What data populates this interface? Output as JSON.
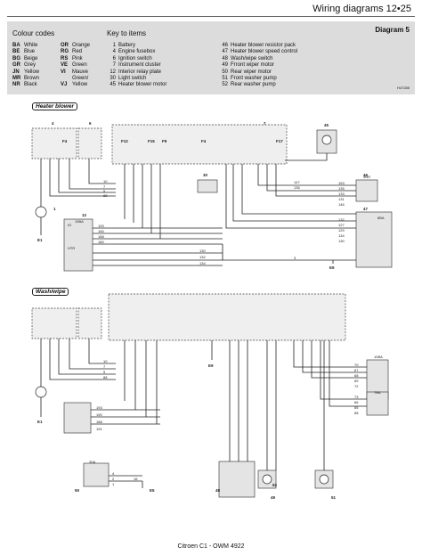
{
  "header": {
    "title": "Wiring diagrams  12•25"
  },
  "legend": {
    "colour_title": "Colour codes",
    "items_title": "Key to items",
    "diagram_label": "Diagram 5",
    "ref_code": "H47285",
    "colours_left": [
      {
        "code": "BA",
        "name": "White"
      },
      {
        "code": "BE",
        "name": "Blue"
      },
      {
        "code": "BG",
        "name": "Beige"
      },
      {
        "code": "GR",
        "name": "Grey"
      },
      {
        "code": "JN",
        "name": "Yellow"
      },
      {
        "code": "MR",
        "name": "Brown"
      },
      {
        "code": "NR",
        "name": "Black"
      }
    ],
    "colours_right": [
      {
        "code": "OR",
        "name": "Orange"
      },
      {
        "code": "RG",
        "name": "Red"
      },
      {
        "code": "RS",
        "name": "Pink"
      },
      {
        "code": "VE",
        "name": "Green"
      },
      {
        "code": "VI",
        "name": "Mauve"
      },
      {
        "code": "VJ",
        "name": "Green/ Yellow"
      }
    ],
    "items_left": [
      {
        "num": "1",
        "text": "Battery"
      },
      {
        "num": "4",
        "text": "Engine fusebox"
      },
      {
        "num": "6",
        "text": "Ignition switch"
      },
      {
        "num": "7",
        "text": "Instrument cluster"
      },
      {
        "num": "12",
        "text": "Interior relay plate"
      },
      {
        "num": "30",
        "text": "Light switch"
      },
      {
        "num": "45",
        "text": "Heater blower motor"
      }
    ],
    "items_right": [
      {
        "num": "46",
        "text": "Heater blower resistor pack"
      },
      {
        "num": "47",
        "text": "Heater blower speed control"
      },
      {
        "num": "48",
        "text": "Wash/wipe switch"
      },
      {
        "num": "49",
        "text": "Frront wiper motor"
      },
      {
        "num": "50",
        "text": "Rear wiper motor"
      },
      {
        "num": "51",
        "text": "Front washer pump"
      },
      {
        "num": "52",
        "text": "Rear washer pump"
      }
    ]
  },
  "sections": {
    "heater": "Heater blower",
    "washwipe": "Wash/wipe"
  },
  "diagram_labels": {
    "fuses_top": [
      "F4",
      "F12",
      "F15",
      "F9",
      "F4",
      "F17"
    ],
    "wires_heater": [
      "10",
      "7",
      "5",
      "88",
      "147",
      "136"
    ],
    "wires_heater_lower": [
      "193",
      "190",
      "188",
      "180",
      "130",
      "132",
      "134"
    ],
    "wires_right_a": [
      "153",
      "135",
      "133",
      "131",
      "146"
    ],
    "wires_right_b": [
      "132",
      "127",
      "129",
      "134",
      "130",
      "3"
    ],
    "wires_washwipe": [
      "10",
      "7",
      "5",
      "88"
    ],
    "wires_ww_lower": [
      "193",
      "190",
      "188",
      "191"
    ],
    "wires_ww_right_a": [
      "70",
      "67",
      "68",
      "69",
      "72"
    ],
    "wires_ww_right_b": [
      "73",
      "66",
      "65",
      "68"
    ],
    "wires_ww_bottom": [
      "4",
      "2",
      "1",
      "16"
    ],
    "grounds": [
      "E1",
      "E9",
      "E1",
      "E9",
      "E5"
    ],
    "component_tags": [
      "4",
      "6",
      "7",
      "12",
      "30",
      "45",
      "46",
      "47",
      "48",
      "49",
      "50",
      "51",
      "52",
      "1"
    ],
    "relay_labels": [
      "IG",
      "HTR",
      "15BA",
      "30A",
      "4NR",
      "8BA",
      "10BA",
      "7BA"
    ]
  },
  "footer": {
    "text": "Citroen C1 - OWM 4922"
  }
}
